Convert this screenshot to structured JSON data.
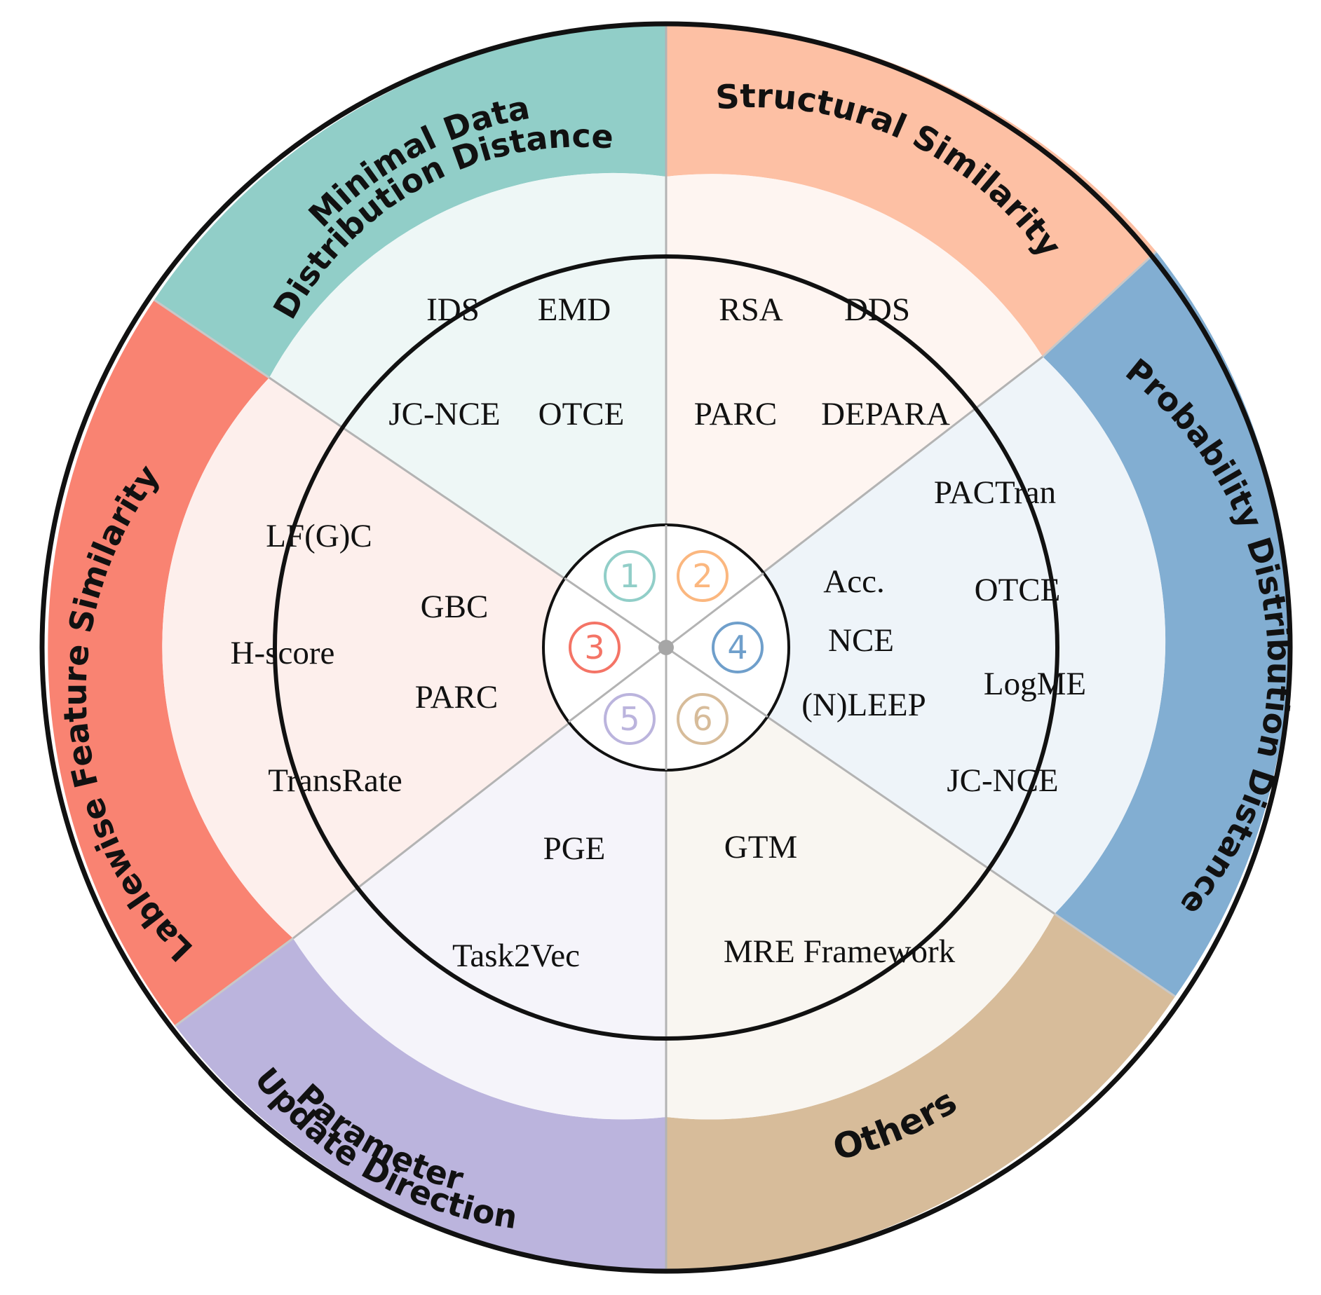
{
  "colors": {
    "outline": "#111111",
    "divider": "#b3b3b3",
    "center_dot": "#a6a6a6"
  },
  "sectors": [
    {
      "id": 1,
      "number": "1",
      "color": "#91cec8",
      "light": "#eef7f6",
      "label_lines": [
        "Minimal Data",
        "Distribution Distance"
      ],
      "methods": [
        "IDS",
        "EMD",
        "JC-NCE",
        "OTCE"
      ]
    },
    {
      "id": 2,
      "number": "2",
      "color": "#fdc0a4",
      "light": "#fef5f1",
      "label_lines": [
        "Structural Similarity"
      ],
      "methods": [
        "RSA",
        "DDS",
        "PARC",
        "DEPARA"
      ]
    },
    {
      "id": 4,
      "number": "4",
      "color": "#82aed2",
      "light": "#eef4f9",
      "label_lines": [
        "Probability Distribution Distance"
      ],
      "methods": [
        "PACTran",
        "Acc.",
        "OTCE",
        "NCE",
        "LogME",
        "(N)LEEP",
        "JC-NCE"
      ]
    },
    {
      "id": 6,
      "number": "6",
      "color": "#d7bc9a",
      "light": "#f9f6f1",
      "label_lines": [
        "Others"
      ],
      "methods": [
        "GTM",
        "MRE Framework"
      ]
    },
    {
      "id": 5,
      "number": "5",
      "color": "#bbb4dd",
      "light": "#f5f4fa",
      "label_lines": [
        "Parameter",
        "Update Direction"
      ],
      "methods": [
        "PGE",
        "Task2Vec"
      ]
    },
    {
      "id": 3,
      "number": "3",
      "color": "#f98372",
      "light": "#fdefec",
      "label_lines": [
        "Lablewise Feature Similarity"
      ],
      "methods": [
        "LF(G)C",
        "GBC",
        "H-score",
        "PARC",
        "TransRate"
      ]
    }
  ]
}
